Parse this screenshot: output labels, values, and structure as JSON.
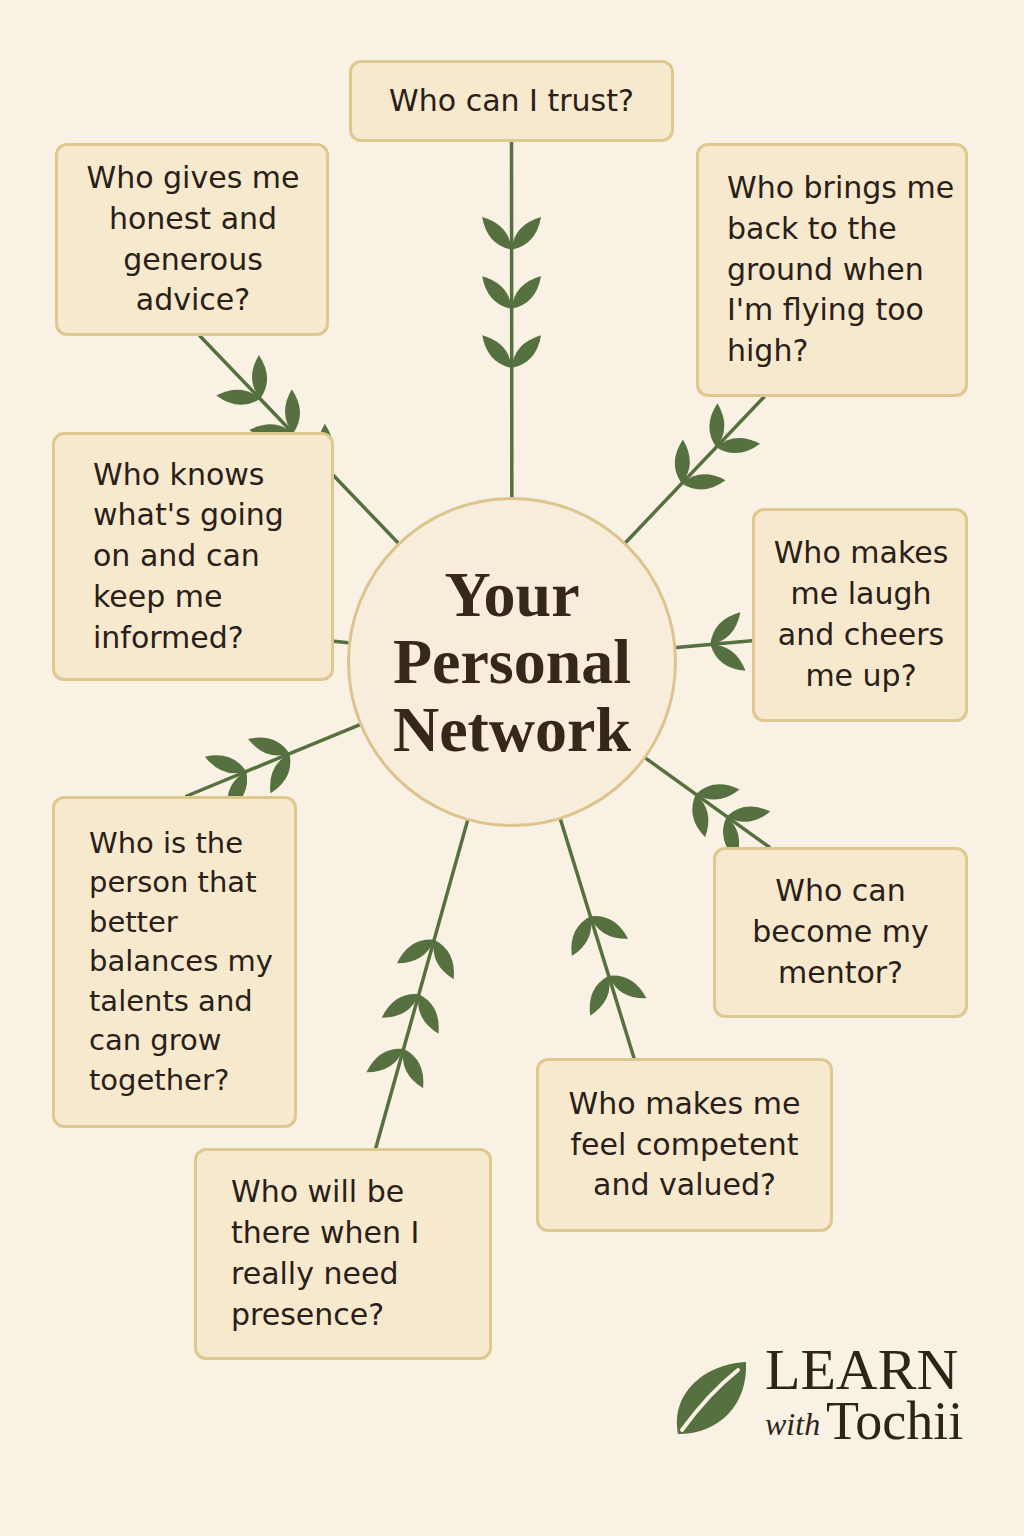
{
  "diagram": {
    "nodes": [
      {
        "text": [
          "Your Personal Network"
        ]
      },
      {
        "text": [
          "Who can I trust?"
        ]
      },
      {
        "text": [
          "Who gives me honest and generous advice?"
        ]
      },
      {
        "text": [
          "Who brings me back to the ground when I'm flying too high?"
        ]
      },
      {
        "text": [
          "Who knows what's going on and can keep me informed?"
        ]
      },
      {
        "text": [
          "Who makes me laugh and cheers me up?"
        ]
      },
      {
        "text": [
          "Who is the person that better balances my talents and can grow together?"
        ]
      },
      {
        "text": [
          "Who can become my mentor?"
        ]
      },
      {
        "text": [
          "Who makes me feel competent and valued?"
        ]
      },
      {
        "text": [
          "Who will be there when I really need presence?"
        ]
      }
    ],
    "edges": [
      {
        "from": 0,
        "to": 1,
        "arrow": "none"
      },
      {
        "from": 0,
        "to": 2,
        "arrow": "none"
      },
      {
        "from": 0,
        "to": 3,
        "arrow": "none"
      },
      {
        "from": 0,
        "to": 4,
        "arrow": "none"
      },
      {
        "from": 0,
        "to": 5,
        "arrow": "none"
      },
      {
        "from": 0,
        "to": 6,
        "arrow": "none"
      },
      {
        "from": 0,
        "to": 7,
        "arrow": "none"
      },
      {
        "from": 0,
        "to": 8,
        "arrow": "none"
      },
      {
        "from": 0,
        "to": 9,
        "arrow": "none"
      }
    ],
    "labels": [
      "LEARN",
      "with",
      "Tochii"
    ]
  }
}
